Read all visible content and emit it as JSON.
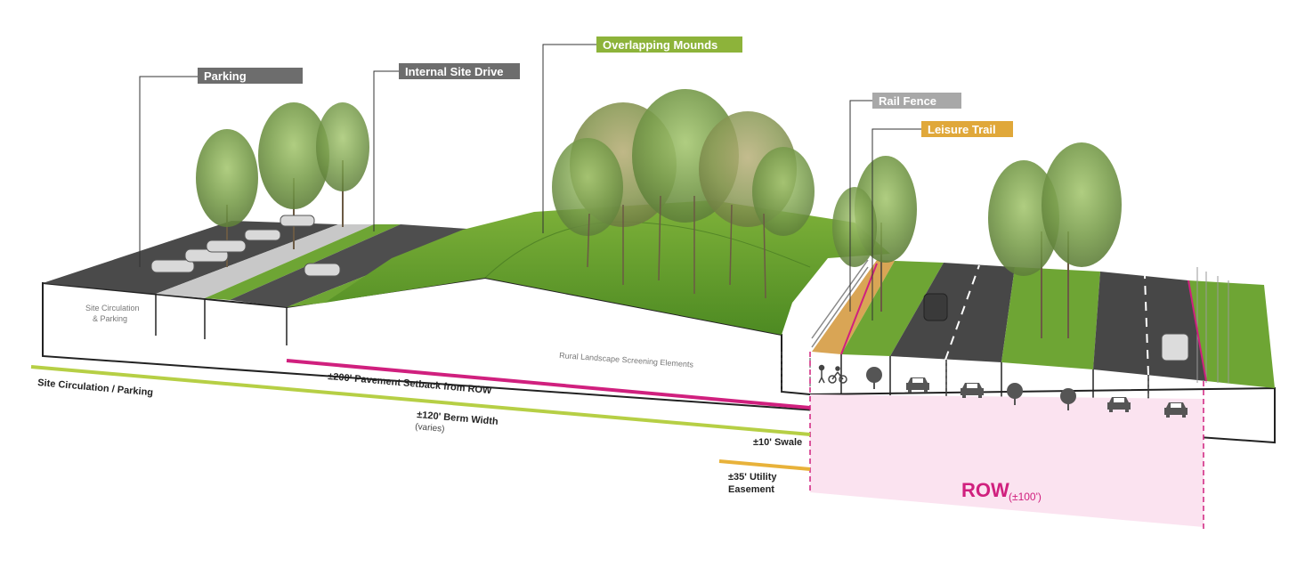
{
  "callouts": {
    "parking": "Parking",
    "internal_site_drive": "Internal Site Drive",
    "overlapping_mounds": "Overlapping Mounds",
    "rail_fence": "Rail Fence",
    "leisure_trail": "Leisure Trail"
  },
  "section_labels": {
    "site_circulation_line1": "Site Circulation",
    "site_circulation_line2": "& Parking",
    "rural_landscape": "Rural Landscape Screening Elements"
  },
  "dimensions": {
    "site_circulation": "Site Circulation / Parking",
    "pavement_setback": "±200' Pavement Setback from ROW",
    "berm_width": "±120' Berm Width",
    "berm_varies": "(varies)",
    "swale": "±10' Swale",
    "utility_line1": "±35' Utility",
    "utility_line2": "Easement"
  },
  "row": {
    "label": "ROW",
    "sub": "(±100')"
  },
  "colors": {
    "green_callout": "#8db33a",
    "gray_callout": "#6d6d6d",
    "light_gray_callout": "#a8a8a8",
    "trail_callout": "#e0a83a",
    "magenta": "#d0207e",
    "row_fill": "#fbe3f0",
    "lime_line": "#b6cf45",
    "orange_line": "#e8b23a"
  },
  "icons": {
    "cells": [
      "pedestrian-bike-icon",
      "tree-icon",
      "car-icon",
      "car-icon",
      "tree-icon",
      "tree-icon",
      "car-icon",
      "car-icon"
    ]
  }
}
